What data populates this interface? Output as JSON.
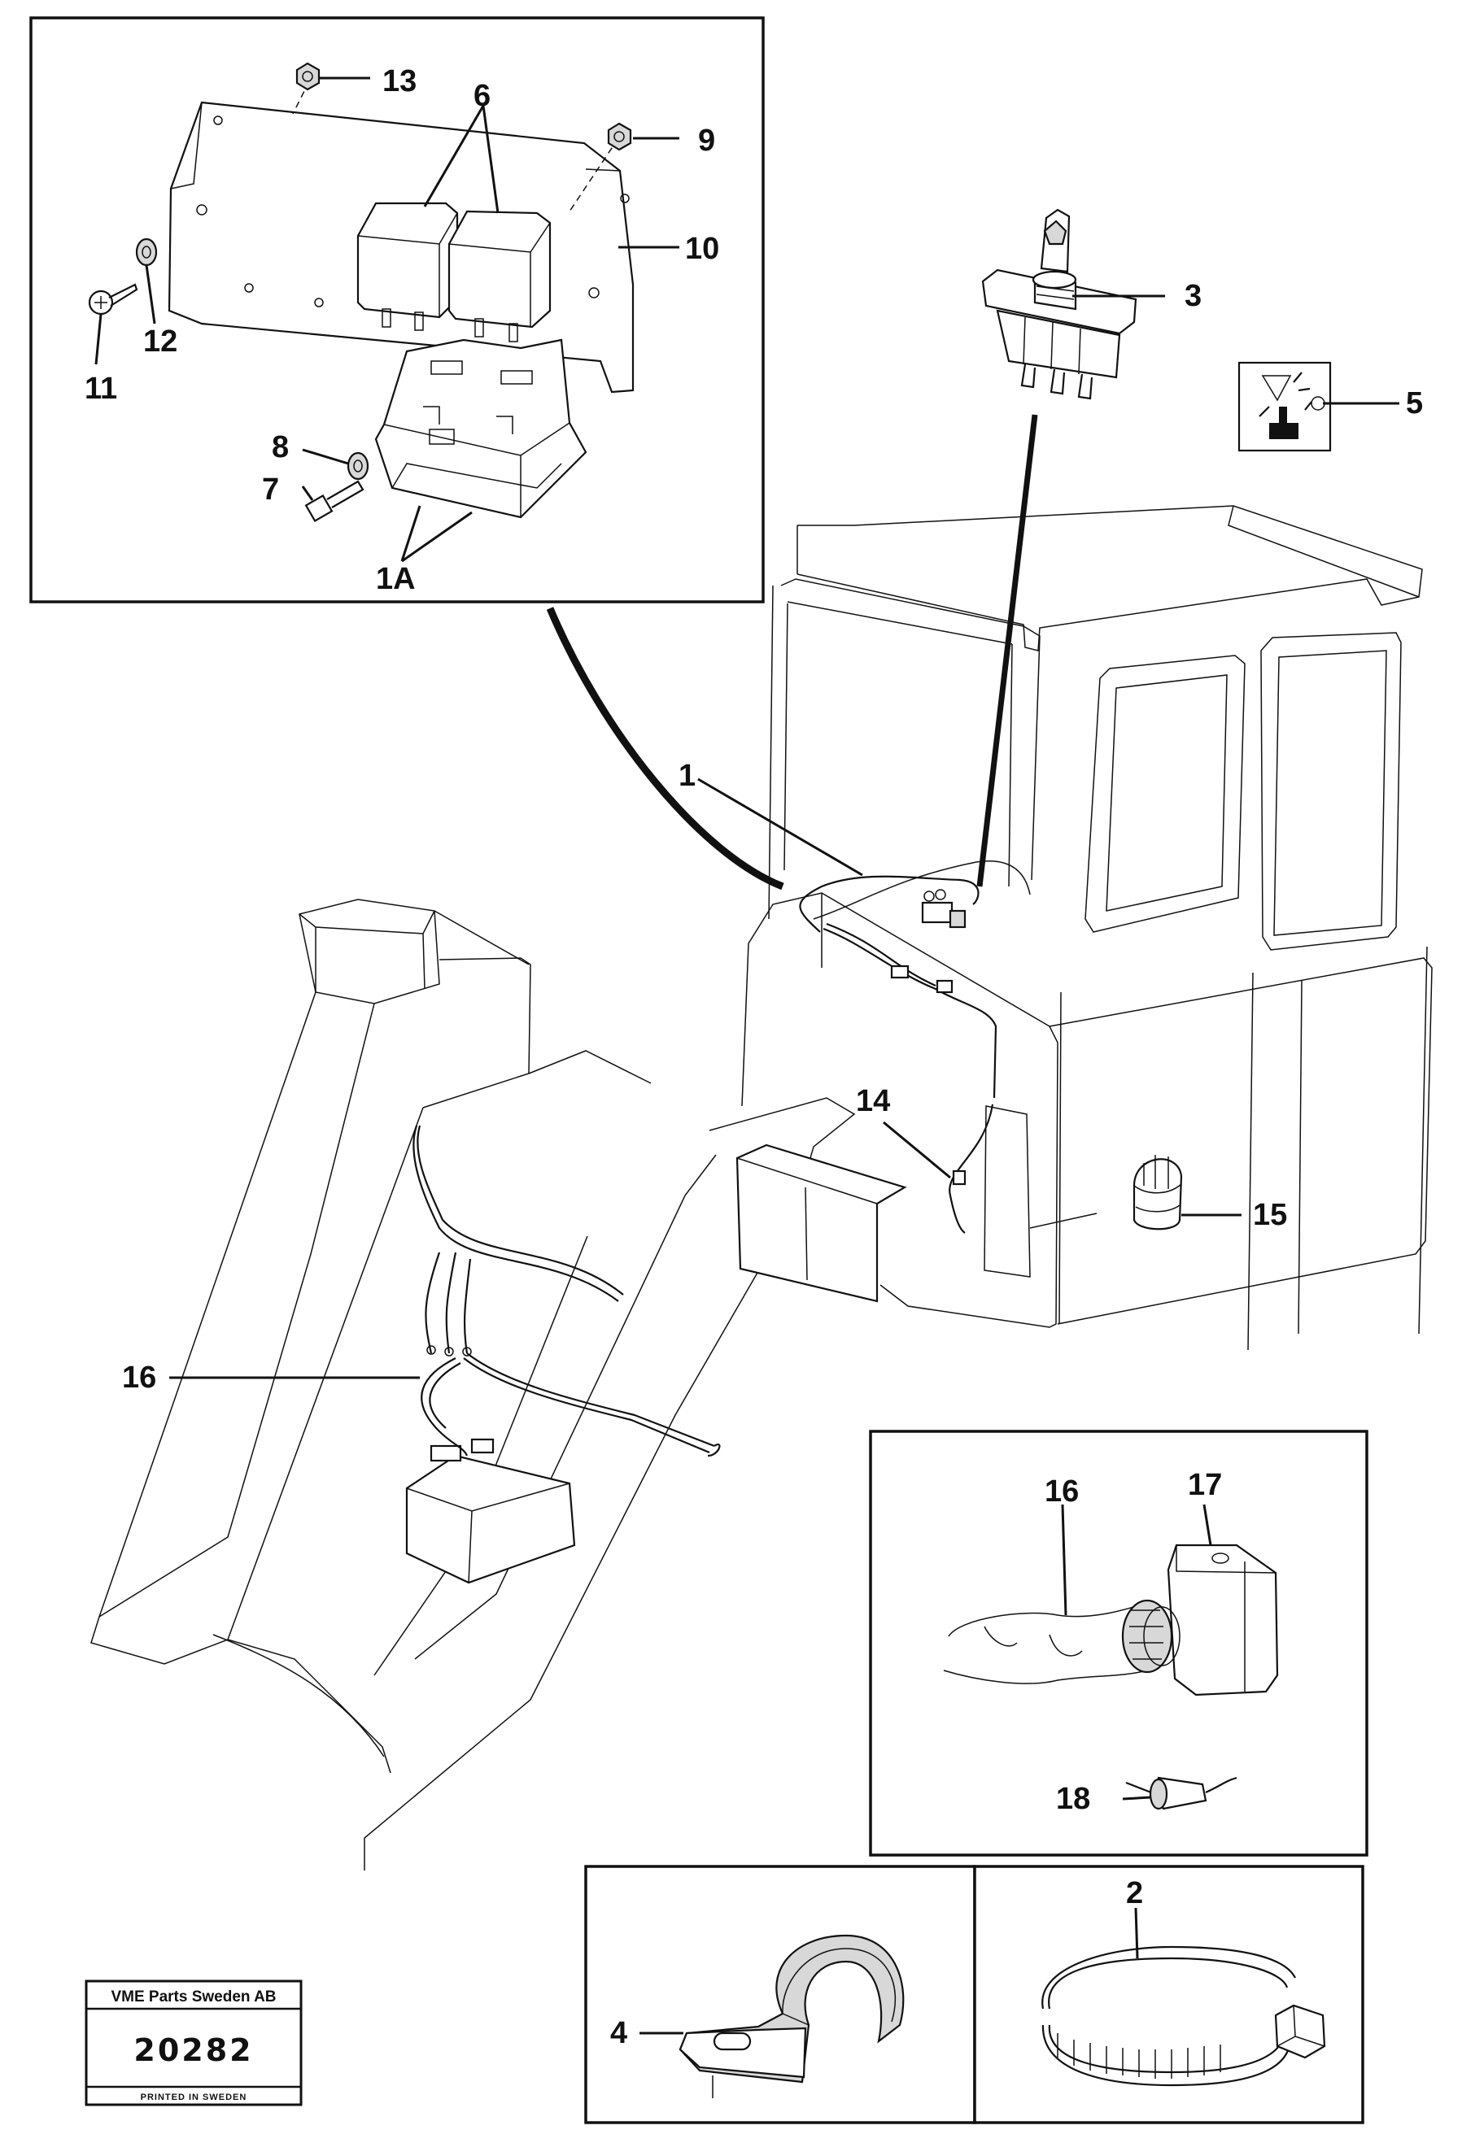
{
  "labels": {
    "l13": "13",
    "l6": "6",
    "l9": "9",
    "l10": "10",
    "l12": "12",
    "l11": "11",
    "l8": "8",
    "l7": "7",
    "l1A": "1A",
    "l3": "3",
    "l5": "5",
    "l1": "1",
    "l14": "14",
    "l15": "15",
    "l16": "16",
    "l16b": "16",
    "l17": "17",
    "l18": "18",
    "l4": "4",
    "l2": "2"
  },
  "stamp": {
    "company": "VME Parts Sweden AB",
    "number": "20282",
    "printed": "PRINTED IN SWEDEN"
  }
}
